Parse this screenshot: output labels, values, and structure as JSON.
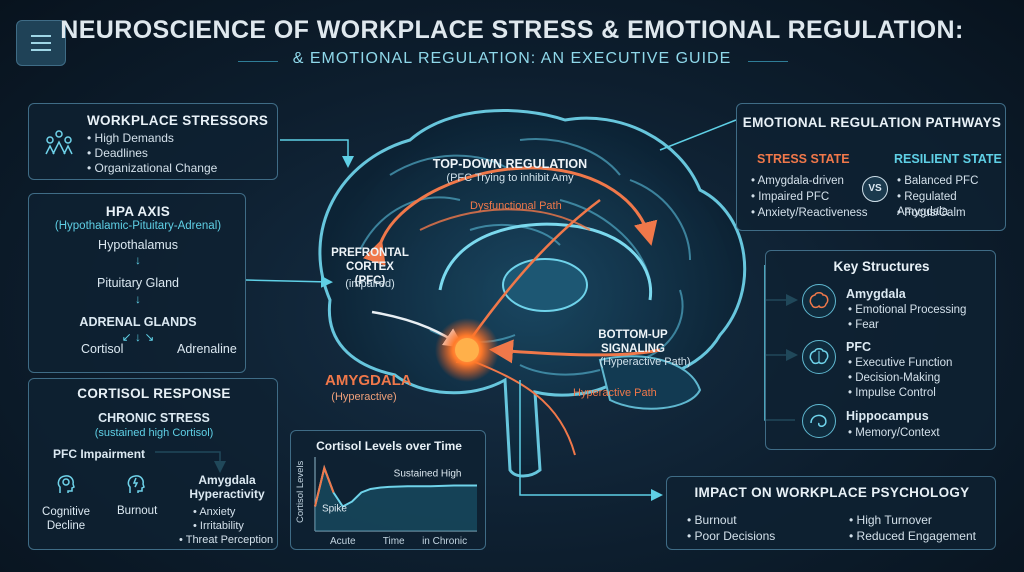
{
  "title": "NEUROSCIENCE OF WORKPLACE STRESS & EMOTIONAL REGULATION:",
  "subtitle": "& EMOTIONAL REGULATION: AN EXECUTIVE GUIDE",
  "stressors": {
    "title": "WORKPLACE STRESSORS",
    "items": [
      "High Demands",
      "Deadlines",
      "Organizational Change"
    ]
  },
  "hpa": {
    "title": "HPA AXIS",
    "subtitle": "(Hypothalamic-Pituitary-Adrenal)",
    "hypothalamus": "Hypothalamus",
    "pituitary": "Pituitary Gland",
    "adrenal": "ADRENAL GLANDS",
    "cortisol": "Cortisol",
    "adrenaline": "Adrenaline"
  },
  "cortisol_response": {
    "title": "CORTISOL RESPONSE",
    "chronic": "CHRONIC STRESS",
    "chronic_sub": "(sustained high Cortisol)",
    "pfc_impairment": "PFC Impairment",
    "cognitive_decline": "Cognitive Decline",
    "burnout": "Burnout",
    "amygdala_hyper": "Amygdala Hyperactivity",
    "hyper_items": [
      "Anxiety",
      "Irritability",
      "Threat Perception"
    ]
  },
  "chart_data": {
    "type": "line",
    "title": "Cortisol Levels over Time",
    "ylabel": "Cortisol Levels",
    "x_ticks": [
      "Acute",
      "Time",
      "in Chronic"
    ],
    "x": [
      0,
      0.4,
      0.8,
      1.2,
      1.6,
      2.0,
      2.4,
      2.8,
      3.2,
      4.0,
      5.0,
      6.0,
      7.0
    ],
    "y": [
      0.35,
      0.9,
      0.55,
      0.35,
      0.42,
      0.55,
      0.6,
      0.62,
      0.63,
      0.64,
      0.64,
      0.65,
      0.65
    ],
    "annotations": {
      "spike": "Spike",
      "sustained": "Sustained High"
    },
    "xlim": [
      0,
      7
    ],
    "ylim": [
      0,
      1
    ]
  },
  "brain": {
    "top_down_title": "TOP-DOWN REGULATION",
    "top_down_sub": "(PFC Trying to inhibit Amy",
    "dysfunctional": "Dysfunctional Path",
    "pfc_title": "PREFRONTAL CORTEX (PFC)",
    "pfc_sub": "(impaired)",
    "amygdala_title": "AMYGDALA",
    "amygdala_sub": "(Hyperactive)",
    "bottom_up_title": "BOTTOM-UP SIGNALING",
    "bottom_up_sub": "(Hyperactive Path)",
    "hyper_path": "Hyperactive Path"
  },
  "regulation": {
    "title": "EMOTIONAL REGULATION PATHWAYS",
    "stress_title": "STRESS STATE",
    "stress_items": [
      "Amygdala-driven",
      "Impaired PFC",
      "Anxiety/Reactiveness"
    ],
    "vs": "VS",
    "resilient_title": "RESILIENT STATE",
    "resilient_items": [
      "Balanced PFC",
      "Regulated Amygdala",
      "Focus/Calm"
    ]
  },
  "structures": {
    "title": "Key Structures",
    "amygdala": {
      "name": "Amygdala",
      "items": [
        "Emotional Processing",
        "Fear"
      ]
    },
    "pfc": {
      "name": "PFC",
      "items": [
        "Executive Function",
        "Decision-Making",
        "Impulse Control"
      ]
    },
    "hippocampus": {
      "name": "Hippocampus",
      "items": [
        "Memory/Context"
      ]
    }
  },
  "impact": {
    "title": "IMPACT ON WORKPLACE PSYCHOLOGY",
    "left_items": [
      "Burnout",
      "Poor Decisions"
    ],
    "right_items": [
      "High Turnover",
      "Reduced Engagement"
    ]
  },
  "colors": {
    "accent": "#5fd0e6",
    "stress": "#f0784a",
    "border": "#3f6c86"
  }
}
